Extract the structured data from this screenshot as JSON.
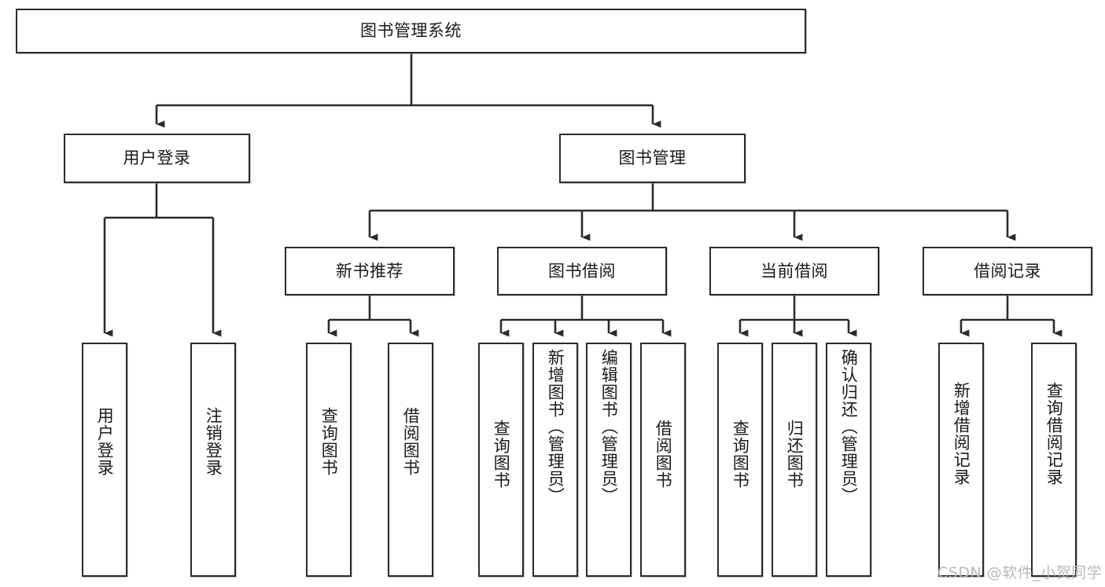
{
  "diagram": {
    "type": "tree-hierarchy-chart",
    "title": "图书管理系统",
    "colors": {
      "box_border": "#2b2b2b",
      "box_fill": "#ffffff",
      "connector": "#2b2b2b",
      "text": "#1a1a1a",
      "watermark": "#b9b9b9",
      "background": "#ffffff"
    },
    "root": {
      "id": "root",
      "label": "图书管理系统",
      "orientation": "horizontal"
    },
    "level2": [
      {
        "id": "user-login",
        "label": "用户登录",
        "orientation": "horizontal"
      },
      {
        "id": "book-manage",
        "label": "图书管理",
        "orientation": "horizontal"
      }
    ],
    "level3": [
      {
        "id": "new-book-recommend",
        "label": "新书推荐",
        "orientation": "horizontal",
        "parent": "book-manage"
      },
      {
        "id": "book-borrow",
        "label": "图书借阅",
        "orientation": "horizontal",
        "parent": "book-manage"
      },
      {
        "id": "current-borrow",
        "label": "当前借阅",
        "orientation": "horizontal",
        "parent": "book-manage"
      },
      {
        "id": "borrow-record",
        "label": "借阅记录",
        "orientation": "horizontal",
        "parent": "book-manage"
      }
    ],
    "leaves": [
      {
        "id": "leaf-user-login",
        "label": "用户登录",
        "parent": "user-login",
        "orientation": "vertical"
      },
      {
        "id": "leaf-user-logout",
        "label": "注销登录",
        "parent": "user-login",
        "orientation": "vertical"
      },
      {
        "id": "leaf-query-book-1",
        "label": "查询图书",
        "parent": "new-book-recommend",
        "orientation": "vertical"
      },
      {
        "id": "leaf-borrow-book-1",
        "label": "借阅图书",
        "parent": "new-book-recommend",
        "orientation": "vertical"
      },
      {
        "id": "leaf-query-book-2",
        "label": "查询图书",
        "parent": "book-borrow",
        "orientation": "vertical"
      },
      {
        "id": "leaf-add-book",
        "label": "新增图书（管理员）",
        "parent": "book-borrow",
        "orientation": "vertical"
      },
      {
        "id": "leaf-edit-book",
        "label": "编辑图书（管理员）",
        "parent": "book-borrow",
        "orientation": "vertical"
      },
      {
        "id": "leaf-borrow-book-2",
        "label": "借阅图书",
        "parent": "book-borrow",
        "orientation": "vertical"
      },
      {
        "id": "leaf-query-book-3",
        "label": "查询图书",
        "parent": "current-borrow",
        "orientation": "vertical"
      },
      {
        "id": "leaf-return-book",
        "label": "归还图书",
        "parent": "current-borrow",
        "orientation": "vertical"
      },
      {
        "id": "leaf-confirm-return",
        "label": "确认归还（管理员）",
        "parent": "current-borrow",
        "orientation": "vertical"
      },
      {
        "id": "leaf-add-record",
        "label": "新增借阅记录",
        "parent": "borrow-record",
        "orientation": "vertical"
      },
      {
        "id": "leaf-query-record",
        "label": "查询借阅记录",
        "parent": "borrow-record",
        "orientation": "vertical"
      }
    ],
    "watermark": "CSDN @软件_小贺同学"
  }
}
